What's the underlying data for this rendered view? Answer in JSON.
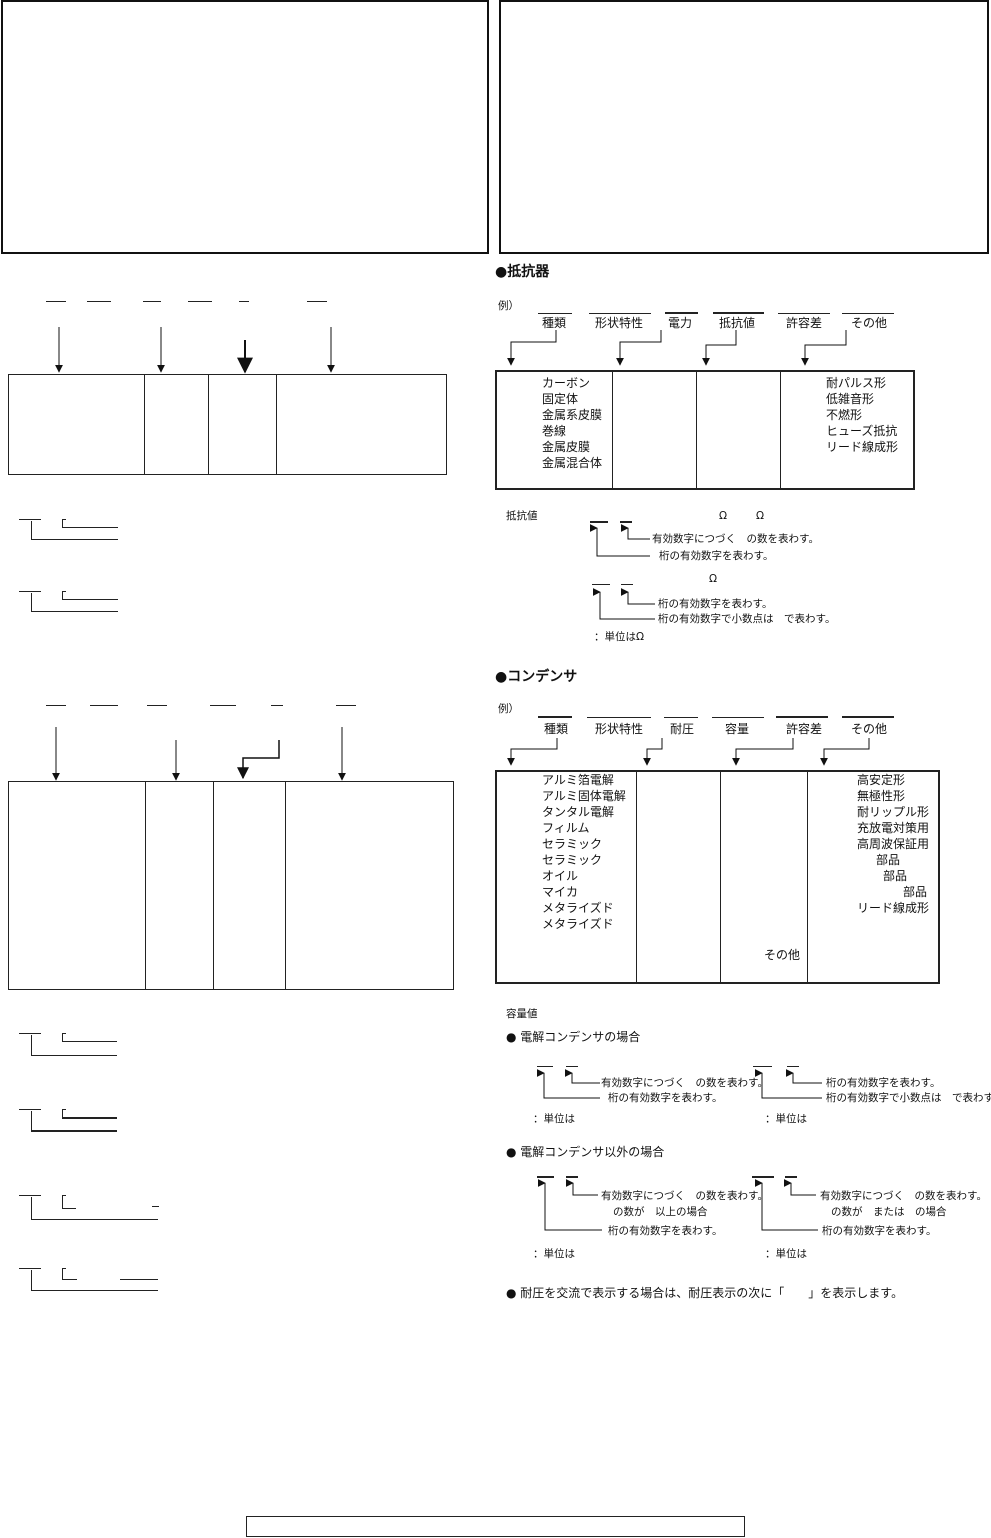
{
  "resistor": {
    "heading": "●抵抗器",
    "example": "例）",
    "columns": [
      "種類",
      "形状特性",
      "電力",
      "抵抗値",
      "許容差",
      "その他"
    ],
    "types": [
      "カーボン",
      "固定体",
      "金属系皮膜",
      "巻線",
      "金属皮膜",
      "金属混合体"
    ],
    "others": [
      "耐パルス形",
      "低雑音形",
      "不燃形",
      "ヒューズ抵抗",
      "リード線成形"
    ],
    "value_title": "抵抗値",
    "ohm_a": "Ω",
    "ohm_b": "Ω",
    "ohm_c": "Ω",
    "note1": "有効数字につづく　の数を表わす。",
    "note2": "桁の有効数字を表わす。",
    "note3": "桁の有効数字を表わす。",
    "note4": "桁の有効数字で小数点は　で表わす。",
    "unit": "：単位はΩ"
  },
  "capacitor": {
    "heading": "●コンデンサ",
    "example": "例）",
    "columns": [
      "種類",
      "形状特性",
      "耐圧",
      "容量",
      "許容差",
      "その他"
    ],
    "types": [
      "アルミ箔電解",
      "アルミ固体電解",
      "タンタル電解",
      "フィルム",
      "セラミック",
      "セラミック",
      "オイル",
      "マイカ",
      "メタライズド",
      "メタライズド"
    ],
    "others": [
      "高安定形",
      "無極性形",
      "耐リップル形",
      "充放電対策用",
      "高周波保証用",
      "部品",
      "部品",
      "部品",
      "リード線成形"
    ],
    "capacity_other": "その他",
    "capacity_title": "容量値",
    "electrolytic": "●  電解コンデンサの場合",
    "e_note1": "有効数字につづく　の数を表わす。",
    "e_note2": "桁の有効数字を表わす。",
    "e_note3": "桁の有効数字を表わす。",
    "e_note4": "桁の有効数字で小数点は　で表わす。",
    "e_unit_left": "：単位は",
    "e_unit_right": "：単位は",
    "non_electrolytic": "●  電解コンデンサ以外の場合",
    "n_note1": "有効数字につづく　の数を表わす。",
    "n_note1b": "の数が　以上の場合",
    "n_note2": "桁の有効数字を表わす。",
    "n_note3": "有効数字につづく　の数を表わす。",
    "n_note3b": "の数が　または　の場合",
    "n_note4": "桁の有効数字を表わす。",
    "n_unit_left": "：単位は",
    "n_unit_right": "：単位は",
    "ac_note": "●  耐圧を交流で表示する場合は、耐圧表示の次に「　　」を表示します。"
  }
}
